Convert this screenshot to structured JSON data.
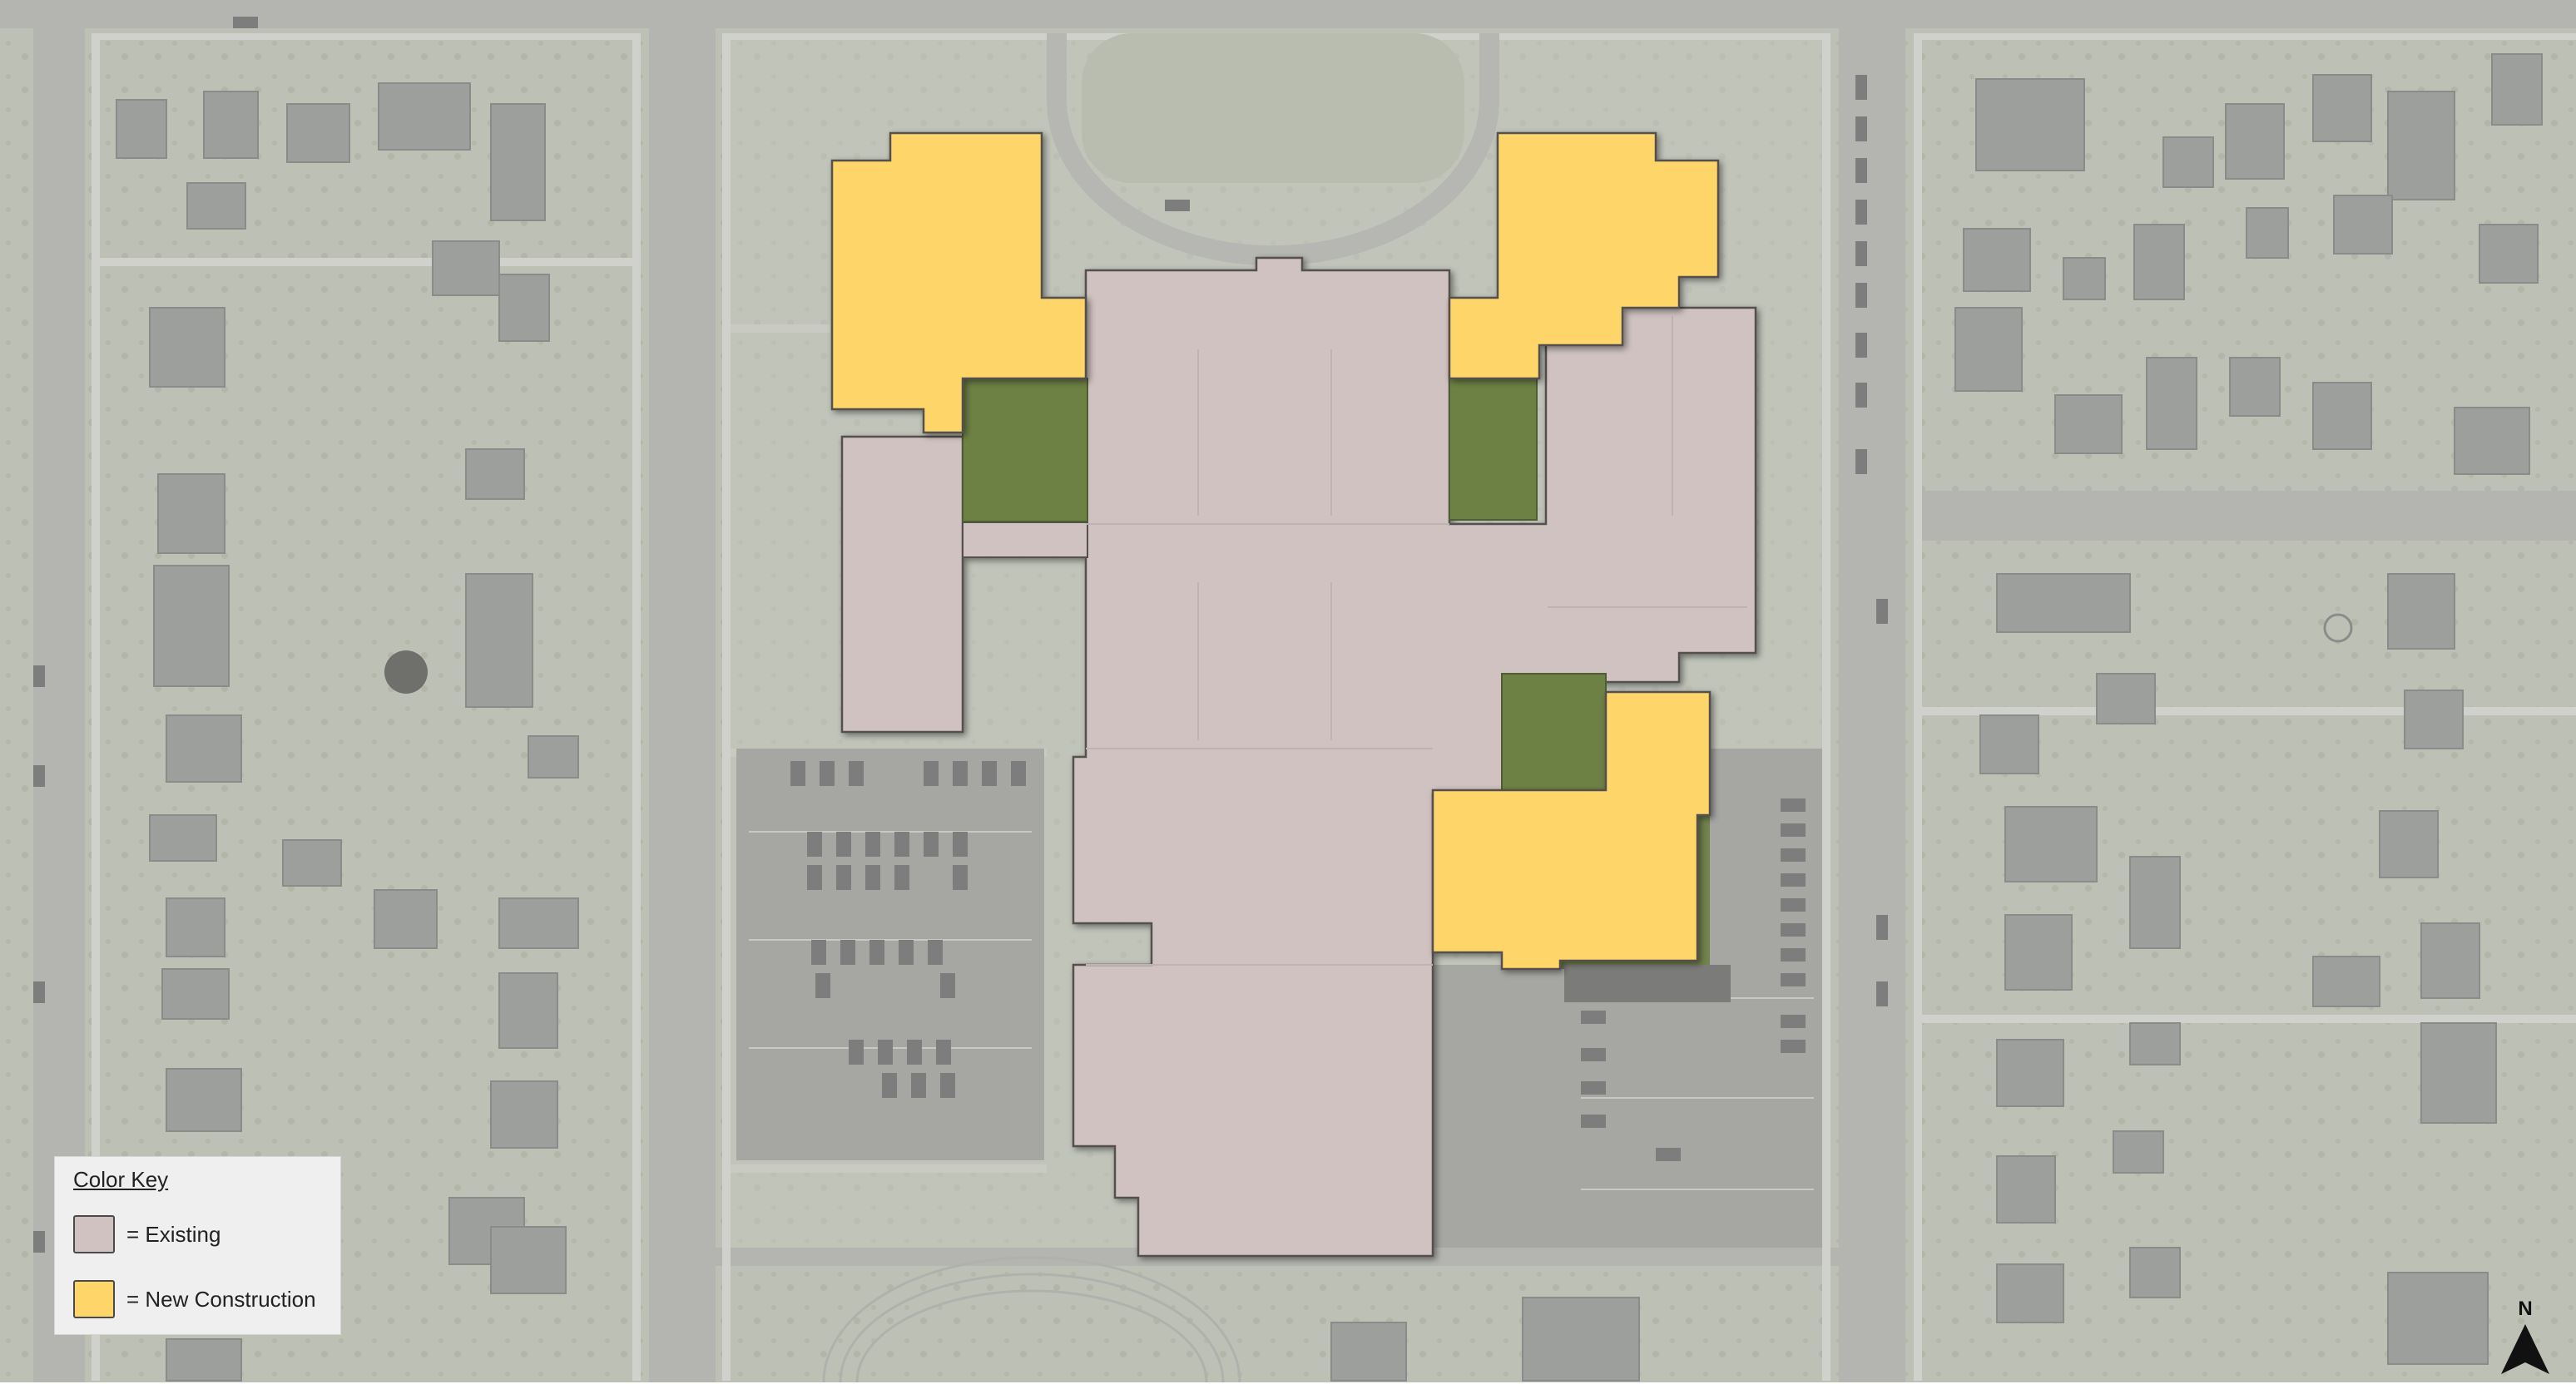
{
  "legend": {
    "title": "Color Key",
    "items": [
      {
        "label": "= Existing",
        "color": "#cfc2c0"
      },
      {
        "label": "= New Construction",
        "color": "#fdd569"
      }
    ]
  },
  "north_arrow": {
    "label": "N"
  },
  "colors": {
    "existing": "#cfc2c0",
    "new_construction": "#fdd569",
    "courtyard": "#6e8145",
    "background": "#bfc2b8",
    "street": "#b3b3b0",
    "parking": "#a6a6a3"
  }
}
